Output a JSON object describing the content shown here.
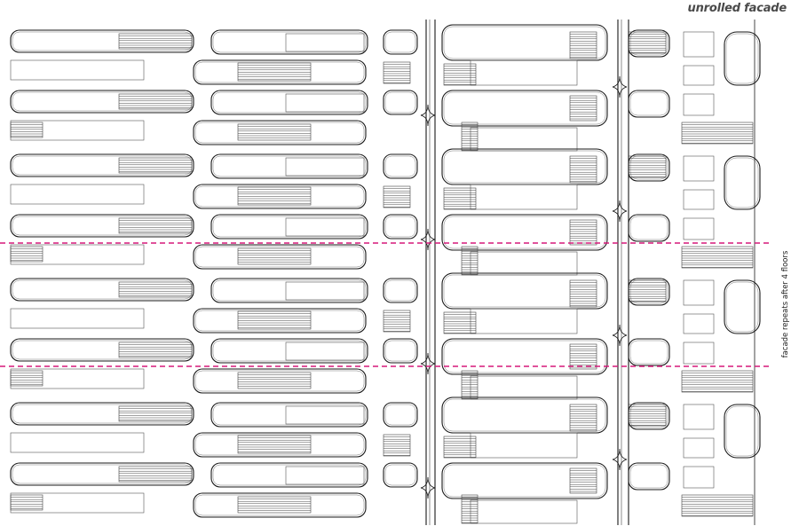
{
  "diagram": {
    "title": "unrolled facade",
    "side_note": "facade repeats after 4 floors",
    "repeat_floors": 4,
    "colors": {
      "line": "#1a1a1a",
      "thin_line": "#555555",
      "hatch": "#444444",
      "repeat_marker": "#d6197a",
      "background": "#ffffff"
    },
    "icons": [
      "column-node-icon"
    ]
  }
}
